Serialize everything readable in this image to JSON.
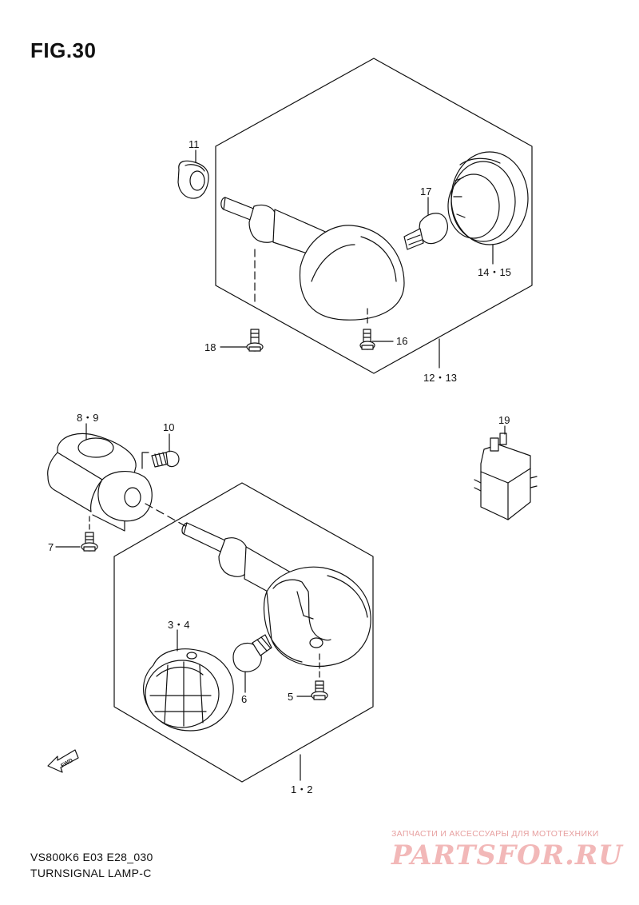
{
  "figure": {
    "title": "FIG.30"
  },
  "callouts": {
    "p11": "11",
    "p17": "17",
    "p14_15": "14・15",
    "p18": "18",
    "p16": "16",
    "p12_13": "12・13",
    "p8_9": "8・9",
    "p10": "10",
    "p19": "19",
    "p7": "7",
    "p3_4": "3・4",
    "p6": "6",
    "p5": "5",
    "p1_2": "1・2"
  },
  "fwd_label": "FWD",
  "footer": {
    "model_code": "VS800K6 E03 E28_030",
    "section_name": "TURNSIGNAL LAMP-C"
  },
  "watermark": {
    "tagline": "ЗАПЧАСТИ И АКСЕССУАРЫ ДЛЯ МОТОТЕХНИКИ",
    "logo": "PARTSFOR.RU"
  }
}
